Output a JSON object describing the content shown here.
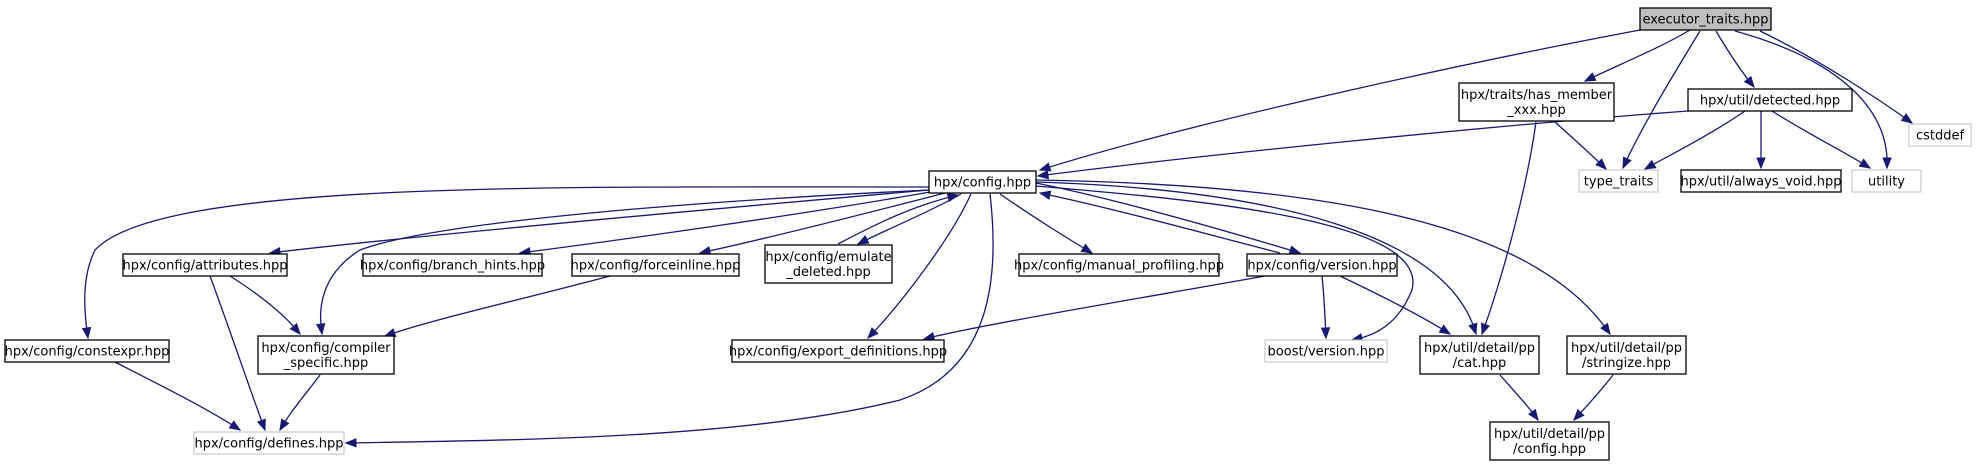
{
  "graph": {
    "root": "executor_traits.hpp",
    "nodes": [
      {
        "id": "executor_traits",
        "label": [
          "executor_traits.hpp"
        ],
        "kind": "root"
      },
      {
        "id": "has_member",
        "label": [
          "hpx/traits/has_member",
          "_xxx.hpp"
        ],
        "kind": "internal"
      },
      {
        "id": "detected",
        "label": [
          "hpx/util/detected.hpp"
        ],
        "kind": "internal"
      },
      {
        "id": "cstddef",
        "label": [
          "cstddef"
        ],
        "kind": "external"
      },
      {
        "id": "config",
        "label": [
          "hpx/config.hpp"
        ],
        "kind": "internal"
      },
      {
        "id": "type_traits",
        "label": [
          "type_traits"
        ],
        "kind": "external"
      },
      {
        "id": "always_void",
        "label": [
          "hpx/util/always_void.hpp"
        ],
        "kind": "internal"
      },
      {
        "id": "utility",
        "label": [
          "utility"
        ],
        "kind": "external"
      },
      {
        "id": "attributes",
        "label": [
          "hpx/config/attributes.hpp"
        ],
        "kind": "internal"
      },
      {
        "id": "branch_hints",
        "label": [
          "hpx/config/branch_hints.hpp"
        ],
        "kind": "internal"
      },
      {
        "id": "forceinline",
        "label": [
          "hpx/config/forceinline.hpp"
        ],
        "kind": "internal"
      },
      {
        "id": "emulate_deleted",
        "label": [
          "hpx/config/emulate",
          "_deleted.hpp"
        ],
        "kind": "internal"
      },
      {
        "id": "manual_profiling",
        "label": [
          "hpx/config/manual_profiling.hpp"
        ],
        "kind": "internal"
      },
      {
        "id": "version",
        "label": [
          "hpx/config/version.hpp"
        ],
        "kind": "internal"
      },
      {
        "id": "constexpr",
        "label": [
          "hpx/config/constexpr.hpp"
        ],
        "kind": "internal"
      },
      {
        "id": "compiler_specific",
        "label": [
          "hpx/config/compiler",
          "_specific.hpp"
        ],
        "kind": "internal"
      },
      {
        "id": "export_definitions",
        "label": [
          "hpx/config/export_definitions.hpp"
        ],
        "kind": "internal"
      },
      {
        "id": "boost_version",
        "label": [
          "boost/version.hpp"
        ],
        "kind": "external"
      },
      {
        "id": "pp_cat",
        "label": [
          "hpx/util/detail/pp",
          "/cat.hpp"
        ],
        "kind": "internal"
      },
      {
        "id": "pp_stringize",
        "label": [
          "hpx/util/detail/pp",
          "/stringize.hpp"
        ],
        "kind": "internal"
      },
      {
        "id": "defines",
        "label": [
          "hpx/config/defines.hpp"
        ],
        "kind": "external"
      },
      {
        "id": "pp_config",
        "label": [
          "hpx/util/detail/pp",
          "/config.hpp"
        ],
        "kind": "internal"
      }
    ],
    "edges": [
      {
        "from": "executor_traits",
        "to": "config"
      },
      {
        "from": "executor_traits",
        "to": "has_member"
      },
      {
        "from": "executor_traits",
        "to": "type_traits"
      },
      {
        "from": "executor_traits",
        "to": "detected"
      },
      {
        "from": "executor_traits",
        "to": "utility"
      },
      {
        "from": "executor_traits",
        "to": "cstddef"
      },
      {
        "from": "has_member",
        "to": "type_traits"
      },
      {
        "from": "has_member",
        "to": "pp_cat"
      },
      {
        "from": "detected",
        "to": "config"
      },
      {
        "from": "detected",
        "to": "type_traits"
      },
      {
        "from": "detected",
        "to": "always_void"
      },
      {
        "from": "detected",
        "to": "utility"
      },
      {
        "from": "config",
        "to": "attributes"
      },
      {
        "from": "config",
        "to": "branch_hints"
      },
      {
        "from": "config",
        "to": "forceinline"
      },
      {
        "from": "config",
        "to": "emulate_deleted"
      },
      {
        "from": "config",
        "to": "manual_profiling"
      },
      {
        "from": "config",
        "to": "version"
      },
      {
        "from": "config",
        "to": "constexpr"
      },
      {
        "from": "config",
        "to": "compiler_specific"
      },
      {
        "from": "config",
        "to": "export_definitions"
      },
      {
        "from": "config",
        "to": "boost_version"
      },
      {
        "from": "config",
        "to": "pp_cat"
      },
      {
        "from": "config",
        "to": "pp_stringize"
      },
      {
        "from": "config",
        "to": "defines"
      },
      {
        "from": "emulate_deleted",
        "to": "config"
      },
      {
        "from": "version",
        "to": "config"
      },
      {
        "from": "version",
        "to": "export_definitions"
      },
      {
        "from": "version",
        "to": "boost_version"
      },
      {
        "from": "version",
        "to": "pp_cat"
      },
      {
        "from": "attributes",
        "to": "compiler_specific"
      },
      {
        "from": "attributes",
        "to": "defines"
      },
      {
        "from": "forceinline",
        "to": "compiler_specific"
      },
      {
        "from": "compiler_specific",
        "to": "defines"
      },
      {
        "from": "constexpr",
        "to": "defines"
      },
      {
        "from": "pp_cat",
        "to": "pp_config"
      },
      {
        "from": "pp_stringize",
        "to": "pp_config"
      }
    ]
  }
}
